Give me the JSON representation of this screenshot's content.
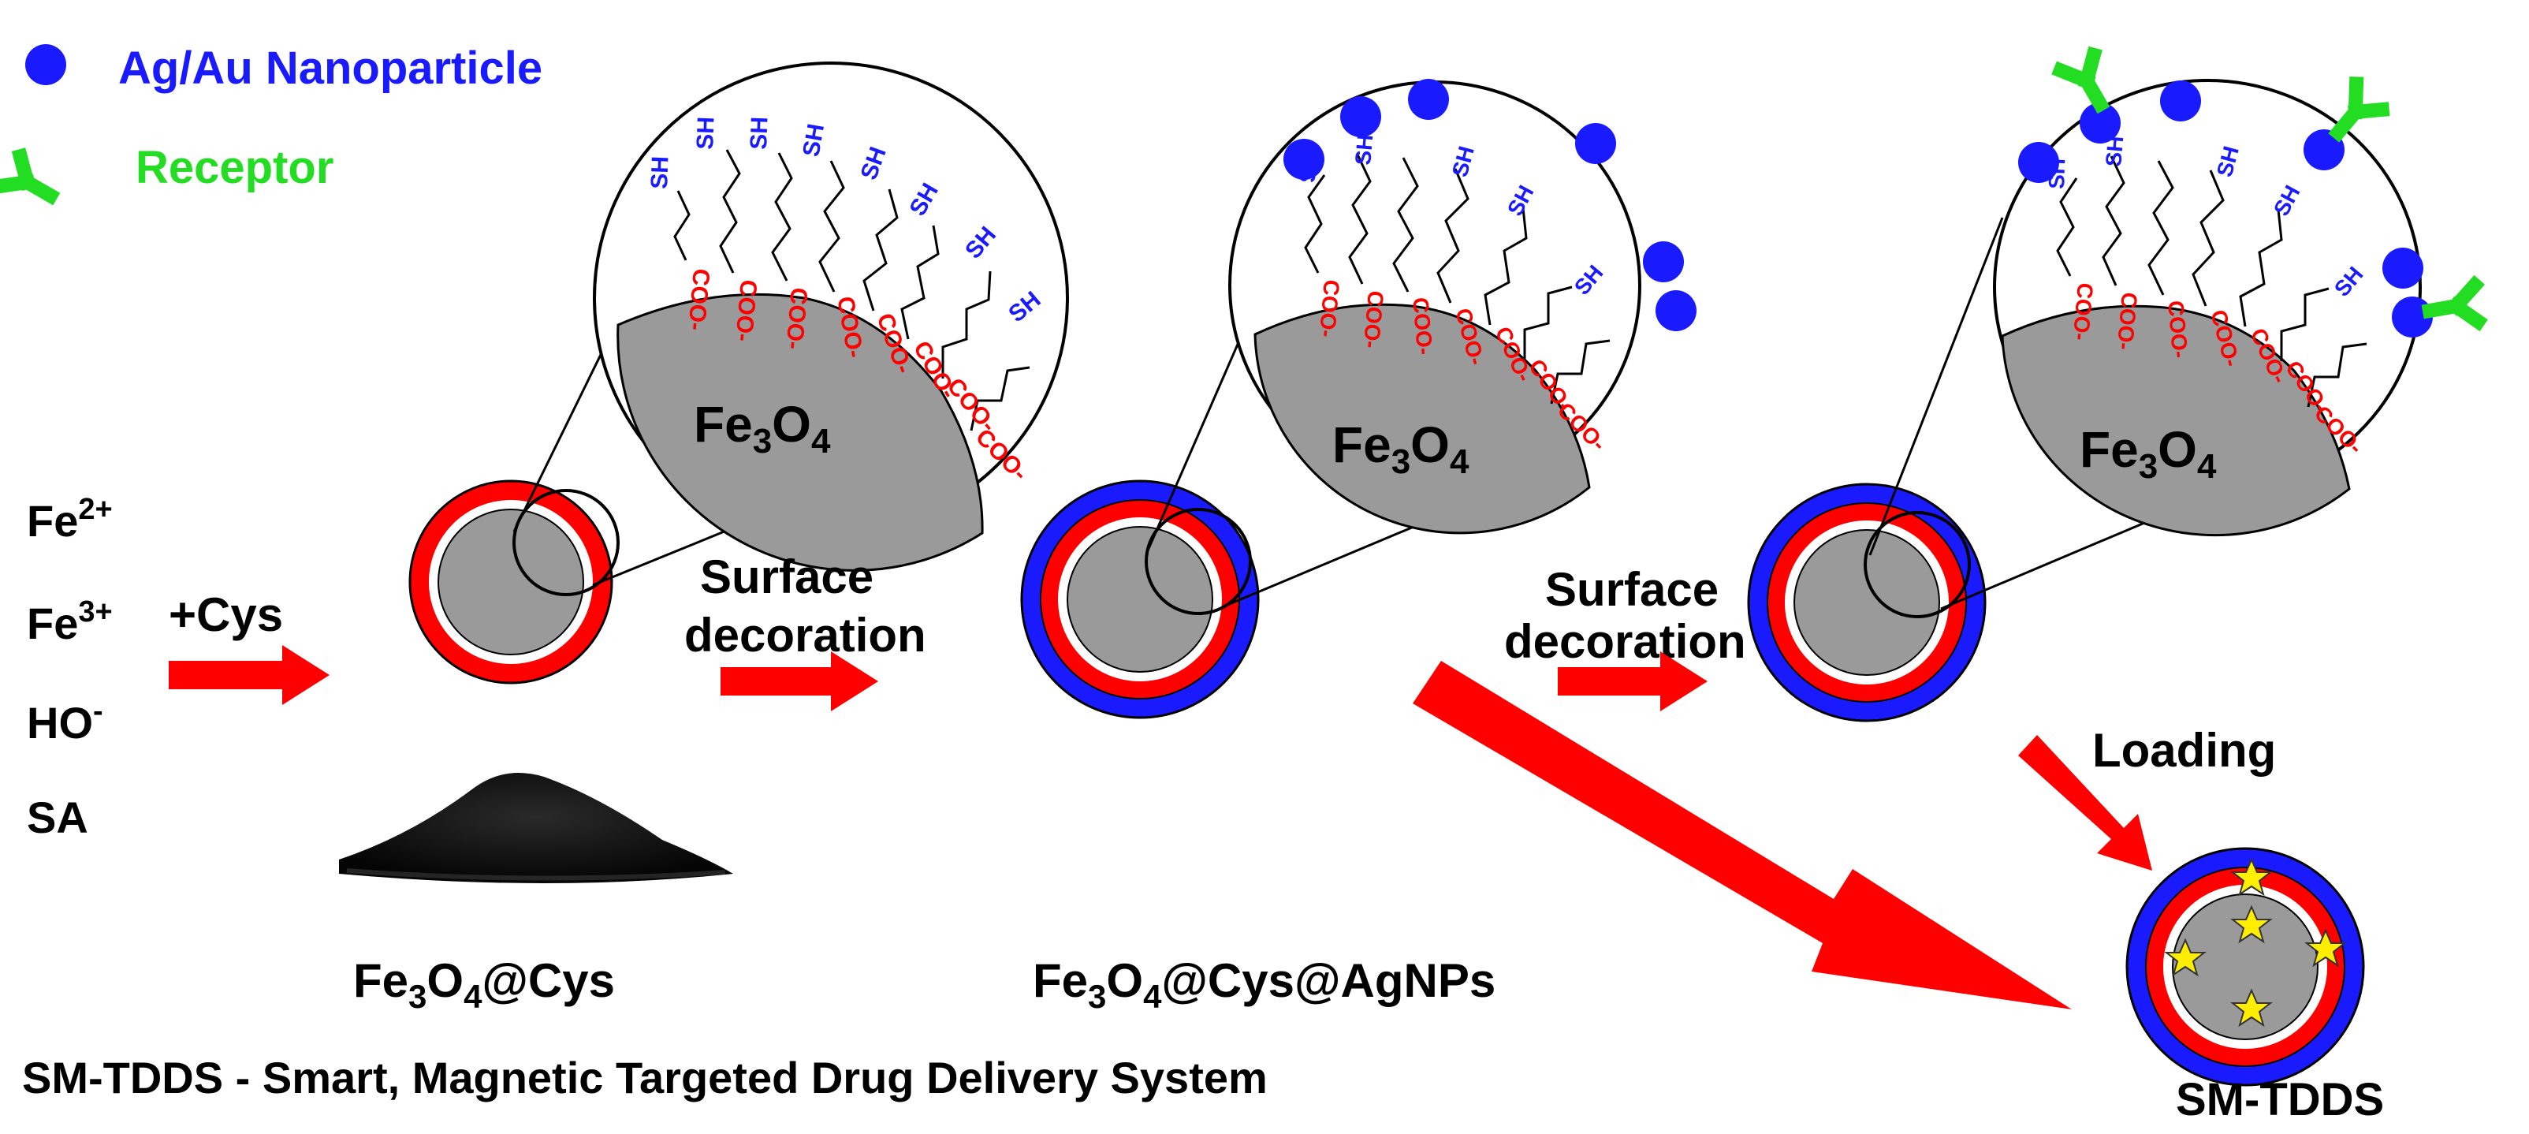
{
  "legend": {
    "nanoparticle_label": "Ag/Au Nanoparticle",
    "receptor_label": "Receptor"
  },
  "reagents": {
    "fe2_base": "Fe",
    "fe2_sup": "2+",
    "fe3_base": "Fe",
    "fe3_sup": "3+",
    "ho_base": "HO",
    "ho_sup": "-",
    "sa": "SA"
  },
  "step1": {
    "label": "+Cys"
  },
  "step2": {
    "line1": "Surface",
    "line2": "decoration"
  },
  "step3": {
    "line1": "Surface",
    "line2": "decoration"
  },
  "step4": {
    "label": "Loading"
  },
  "zoom": {
    "core_base1": "Fe",
    "core_sub1": "3",
    "core_base2": "O",
    "core_sub2": "4",
    "thiol_label": "SH",
    "carboxyl_label": "COO-"
  },
  "product1": {
    "p1": "Fe",
    "s1": "3",
    "p2": "O",
    "s2": "4",
    "p3": "@Cys"
  },
  "product2": {
    "p1": "Fe",
    "s1": "3",
    "p2": "O",
    "s2": "4",
    "p3": "@Cys@AgNPs"
  },
  "final": {
    "label": "SM-TDDS"
  },
  "caption": "SM-TDDS - Smart, Magnetic Targeted Drug Delivery System",
  "colors": {
    "nanoparticle": "#1a1aff",
    "receptor": "#22dd22",
    "shell_red": "#ff0000",
    "core_gray": "#9a9a9a",
    "arrow_red": "#ff0000",
    "star_yellow": "#ffee00",
    "text_blue": "#1a1aff",
    "text_green": "#22dd22"
  },
  "icons": {
    "nanoparticle": "blue-dot-icon",
    "receptor": "y-shaped-receptor-icon",
    "drug": "star-icon",
    "powder": "black-powder-pile-icon"
  }
}
